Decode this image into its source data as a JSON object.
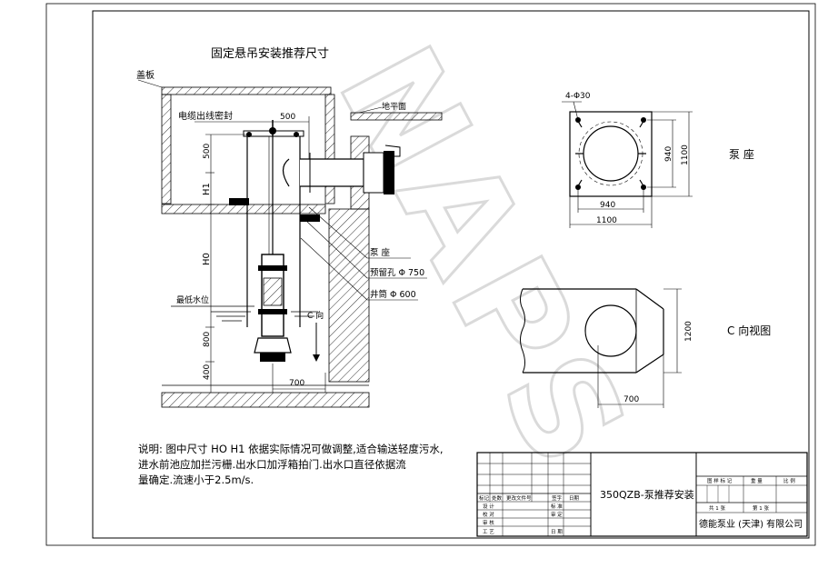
{
  "title": "固定悬吊安装推荐尺寸",
  "labels": {
    "cover_plate": "盖板",
    "cable_seal": "电缆出线密封",
    "ground": "地平面",
    "pump_seat": "泵  座",
    "reserved_hole": "预留孔 Φ 750",
    "well_tube": "井筒 Φ 600",
    "min_water": "最低水位",
    "c_dir": "C 向",
    "h1": "H1",
    "h0": "H0"
  },
  "dims": {
    "d500_top": "500",
    "d500_side": "500",
    "d800": "800",
    "d400": "400",
    "d700": "700",
    "seat_holes": "4-Φ30",
    "seat_940_h": "940",
    "seat_940_v": "940",
    "seat_1100_h": "1100",
    "seat_1100_v": "1100",
    "c_1200": "1200",
    "c_700": "700"
  },
  "view_titles": {
    "pump_seat": "泵  座",
    "c_view": "C 向视图"
  },
  "note": "说明: 图中尺寸 HO H1 依据实际情况可做调整,适合输送轻度污水,\n进水前池应加拦污栅.出水口加浮箱拍门.出水口直径依据流\n量确定.流速小于2.5m/s.",
  "watermark": "NAPS",
  "title_block": {
    "drawing_name": "350QZB-泵推荐安装",
    "company": "德能泵业 (天津) 有限公司",
    "rev_headers": [
      "标记",
      "处数",
      "更改文件号",
      "签字",
      "日期"
    ],
    "roles": [
      "设 计",
      "校 对",
      "审 核",
      "工 艺"
    ],
    "sign_labels": [
      "标 准",
      "审 定",
      "日 期"
    ],
    "right_headers": [
      "图 样 标 记",
      "重 量",
      "比 例"
    ],
    "sheet_total": "共 1 张",
    "sheet_no": "第 1 张"
  },
  "colors": {
    "line": "#000000",
    "water": "#000000",
    "watermark": "#c8c8c8"
  }
}
